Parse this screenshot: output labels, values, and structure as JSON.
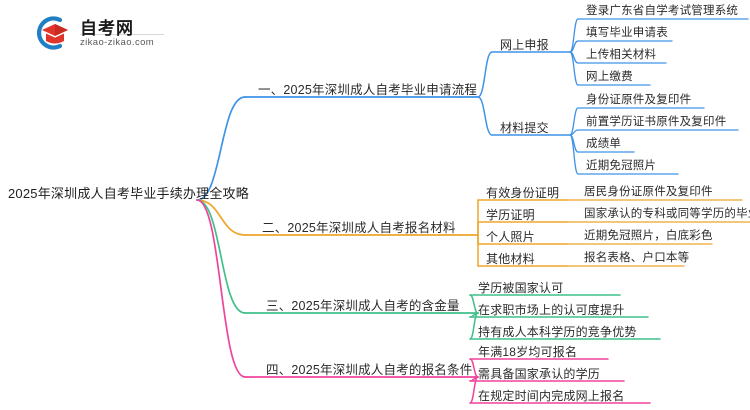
{
  "logo": {
    "name": "自考网",
    "domain": "zikao-zikao.com",
    "mark_icon": "graduation-cap-icon",
    "arc_color": "#1f7ec4",
    "cap_color": "#e0352b"
  },
  "colors": {
    "branch1": "#3f93e8",
    "branch2": "#eda52a",
    "branch3": "#3fc08a",
    "branch4": "#f0449b",
    "text": "#2b2b2b"
  },
  "root": {
    "label": "2025年深圳成人自考毕业手续办理全攻略"
  },
  "branches": [
    {
      "id": "branch-1",
      "label": "一、2025年深圳成人自考毕业申请流程",
      "color": "#3f93e8",
      "children": [
        {
          "label": "网上申报",
          "leaves": [
            "登录广东省自学考试管理系统",
            "填写毕业申请表",
            "上传相关材料",
            "网上缴费"
          ]
        },
        {
          "label": "材料提交",
          "leaves": [
            "身份证原件及复印件",
            "前置学历证书原件及复印件",
            "成绩单",
            "近期免冠照片"
          ]
        }
      ]
    },
    {
      "id": "branch-2",
      "label": "二、2025年深圳成人自考报名材料",
      "color": "#eda52a",
      "children": [
        {
          "label": "有效身份证明",
          "leaves": [
            "居民身份证原件及复印件"
          ]
        },
        {
          "label": "学历证明",
          "leaves": [
            "国家承认的专科或同等学历的毕业证书"
          ]
        },
        {
          "label": "个人照片",
          "leaves": [
            "近期免冠照片，白底彩色"
          ]
        },
        {
          "label": "其他材料",
          "leaves": [
            "报名表格、户口本等"
          ]
        }
      ]
    },
    {
      "id": "branch-3",
      "label": "三、2025年深圳成人自考的含金量",
      "color": "#3fc08a",
      "children": [
        {
          "label": "学历被国家认可",
          "leaves": []
        },
        {
          "label": "在求职市场上的认可度提升",
          "leaves": []
        },
        {
          "label": "持有成人本科学历的竞争优势",
          "leaves": []
        }
      ]
    },
    {
      "id": "branch-4",
      "label": "四、2025年深圳成人自考的报名条件",
      "color": "#f0449b",
      "children": [
        {
          "label": "年满18岁均可报名",
          "leaves": []
        },
        {
          "label": "需具备国家承认的学历",
          "leaves": []
        },
        {
          "label": "在规定时间内完成网上报名",
          "leaves": []
        }
      ]
    }
  ]
}
